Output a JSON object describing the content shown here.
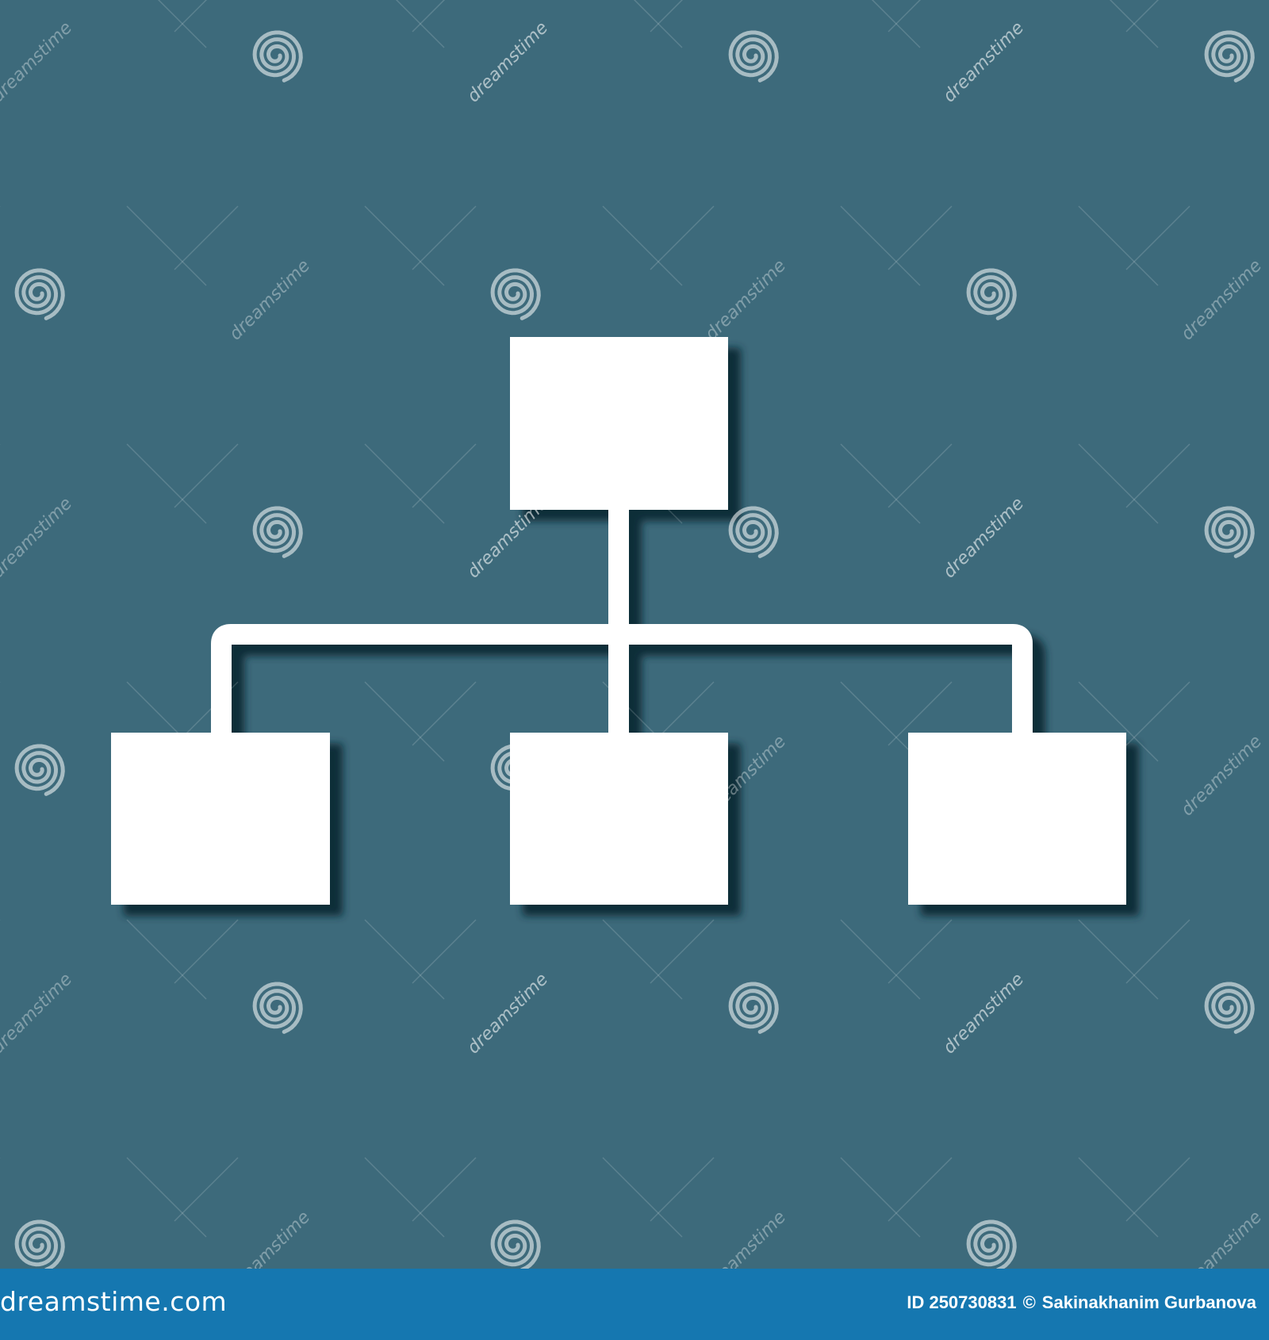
{
  "colors": {
    "background": "#3d6a7b",
    "shape_fill": "#ffffff",
    "shadow": "#0f2d38",
    "footer": "#1577b0"
  },
  "diagram": {
    "type": "hierarchy",
    "root_nodes": 1,
    "child_nodes": 3
  },
  "watermark": {
    "text": "dreamstime",
    "icon": "dreamstime-spiral-logo"
  },
  "footer": {
    "brand": "dreamstime.com",
    "image_id": "ID 250730831",
    "copyright_symbol": "©",
    "author": "Sakinakhanim Gurbanova"
  }
}
